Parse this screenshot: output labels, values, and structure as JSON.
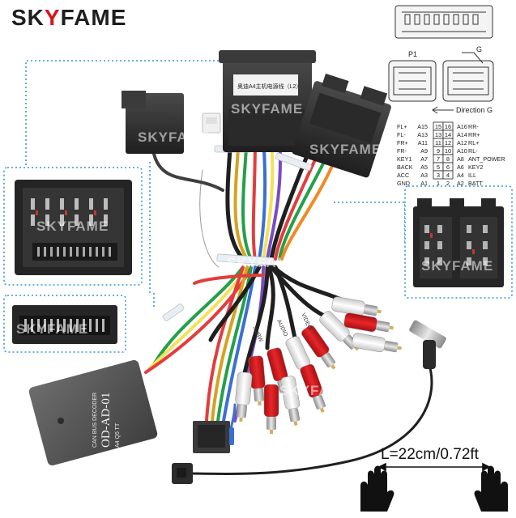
{
  "brand": {
    "prefix": "SK",
    "accent": "Y",
    "suffix": "FAME"
  },
  "watermark": "SKYFAME",
  "connector_top_label": "奥迪A4主机电源线（L2）",
  "plug_labels": {
    "p1": "P1",
    "g": "G"
  },
  "direction_label": "Direction G",
  "pinout": {
    "left": [
      {
        "name": "FL+",
        "pin": "A15",
        "num": "15"
      },
      {
        "name": "FL-",
        "pin": "A13",
        "num": "13"
      },
      {
        "name": "FR+",
        "pin": "A11",
        "num": "11"
      },
      {
        "name": "FR-",
        "pin": "A9",
        "num": "9"
      },
      {
        "name": "KEY1",
        "pin": "A7",
        "num": "7"
      },
      {
        "name": "BACK",
        "pin": "A5",
        "num": "5"
      },
      {
        "name": "ACC",
        "pin": "A3",
        "num": "3"
      },
      {
        "name": "GND",
        "pin": "A1",
        "num": "1"
      }
    ],
    "right": [
      {
        "name": "RR-",
        "pin": "A16",
        "num": "16"
      },
      {
        "name": "RR+",
        "pin": "A14",
        "num": "14"
      },
      {
        "name": "RL+",
        "pin": "A12",
        "num": "12"
      },
      {
        "name": "RL-",
        "pin": "A10",
        "num": "10"
      },
      {
        "name": "ANT_POWER",
        "pin": "A8",
        "num": "8"
      },
      {
        "name": "KEY2",
        "pin": "A6",
        "num": "6"
      },
      {
        "name": "ILL",
        "pin": "A4",
        "num": "4"
      },
      {
        "name": "BATT",
        "pin": "A2",
        "num": "2"
      }
    ]
  },
  "decoder_box": {
    "line1": "CAN BUS DECODER",
    "line2": "OD-AD-01",
    "line3": "A4  Q5  TT"
  },
  "rca_labels": [
    "SUBW",
    "AUDIO",
    "VIDEO"
  ],
  "cable_length": "L=22cm/0.72ft",
  "colors": {
    "accent": "#d8141b",
    "dotted": "#2f9ad8",
    "connector": "#2c2c2c"
  }
}
